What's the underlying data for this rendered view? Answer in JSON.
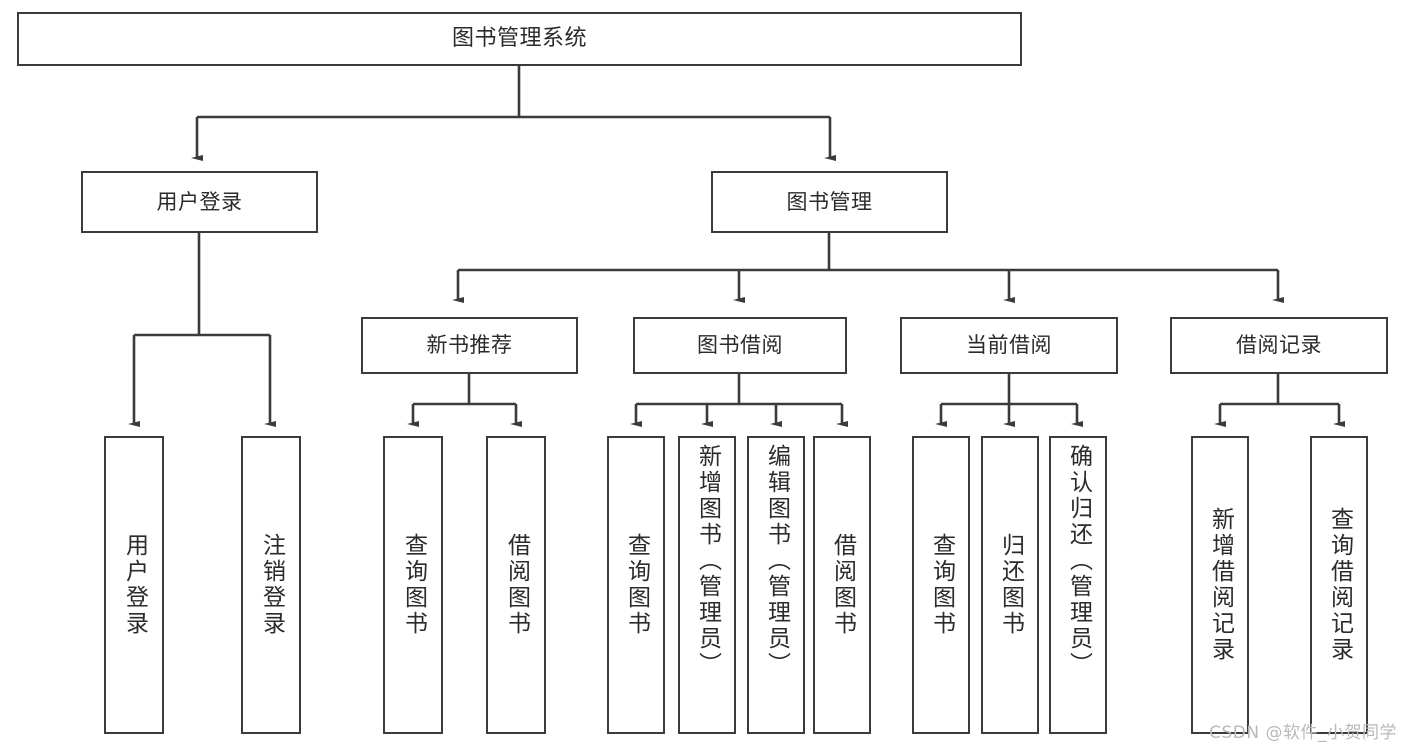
{
  "diagram": {
    "type": "tree",
    "title": "图书管理系统",
    "watermark": "CSDN @软件_小贺同学",
    "colors": {
      "box_border": "#3b3b3b",
      "box_fill": "#ffffff",
      "edge": "#3b3b3b",
      "text": "#2b2b2b",
      "watermark": "#b9b9b9"
    },
    "nodes": {
      "root": {
        "label": "图书管理系统"
      },
      "level2": [
        {
          "label": "用户登录"
        },
        {
          "label": "图书管理"
        }
      ],
      "level3": [
        {
          "label": "新书推荐"
        },
        {
          "label": "图书借阅"
        },
        {
          "label": "当前借阅"
        },
        {
          "label": "借阅记录"
        }
      ],
      "leaves": {
        "user_login": [
          {
            "label": "用户登录"
          },
          {
            "label": "注销登录"
          }
        ],
        "new_book_recommend": [
          {
            "label": "查询图书"
          },
          {
            "label": "借阅图书"
          }
        ],
        "book_borrow": [
          {
            "label": "查询图书"
          },
          {
            "label": "新增图书（管理员）"
          },
          {
            "label": "编辑图书（管理员）"
          },
          {
            "label": "借阅图书"
          }
        ],
        "current_borrow": [
          {
            "label": "查询图书"
          },
          {
            "label": "归还图书"
          },
          {
            "label": "确认归还（管理员）"
          }
        ],
        "borrow_record": [
          {
            "label": "新增借阅记录"
          },
          {
            "label": "查询借阅记录"
          }
        ]
      }
    }
  }
}
